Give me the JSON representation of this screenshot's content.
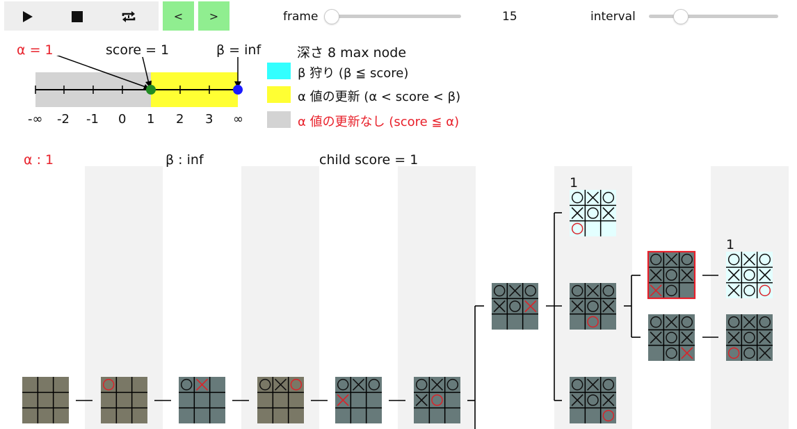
{
  "controls": {
    "play_icon": "play-icon",
    "stop_icon": "stop-icon",
    "repeat_icon": "repeat-icon",
    "prev_label": "<",
    "next_label": ">",
    "frame_label": "frame",
    "frame_value": "15",
    "interval_label": "interval"
  },
  "header": {
    "alpha": "α = 1",
    "score": "score = 1",
    "beta": "β = inf",
    "depth": "深さ 8 max node"
  },
  "numberline": {
    "ticks": [
      "-∞",
      "-2",
      "-1",
      "0",
      "1",
      "2",
      "3",
      "∞"
    ]
  },
  "legend": [
    {
      "text": "β 狩り (β ≦ score)",
      "color": "#33ffff"
    },
    {
      "text": "α 値の更新 (α < score < β)",
      "color": "#ffff33"
    },
    {
      "text": "α 値の更新なし (score ≦ α)",
      "color": "#d3d3d3"
    }
  ],
  "tree_header": {
    "alpha": "α : 1",
    "beta": "β : inf",
    "child_score": "child score = 1"
  },
  "boards": [
    {
      "cells": [
        "",
        "",
        "",
        "",
        "",
        "",
        "",
        "",
        ""
      ],
      "bg": "#7a7866"
    },
    {
      "cells": [
        "o",
        "",
        "",
        "",
        "",
        "",
        "",
        "",
        ""
      ],
      "bg": "#7a7866",
      "last": 0
    },
    {
      "cells": [
        "o",
        "x",
        "",
        "",
        "",
        "",
        "",
        "",
        ""
      ],
      "bg": "#677a7a",
      "last": 1
    },
    {
      "cells": [
        "o",
        "x",
        "o",
        "",
        "",
        "",
        "",
        "",
        ""
      ],
      "bg": "#7a7866",
      "last": 2
    },
    {
      "cells": [
        "o",
        "x",
        "o",
        "x",
        "",
        "",
        "",
        "",
        ""
      ],
      "bg": "#677a7a",
      "last": 3
    },
    {
      "cells": [
        "o",
        "x",
        "o",
        "x",
        "o",
        "",
        "",
        "",
        ""
      ],
      "bg": "#677a7a",
      "last": 4
    },
    {
      "cells": [
        "o",
        "x",
        "o",
        "x",
        "o",
        "x",
        "",
        "",
        ""
      ],
      "bg": "#677a7a",
      "last": 5
    },
    {
      "cells": [
        "o",
        "x",
        "o",
        "x",
        "o",
        "x",
        "o",
        "",
        ""
      ],
      "bg": "#e3ffff",
      "last": 6,
      "score": "1"
    },
    {
      "cells": [
        "o",
        "x",
        "o",
        "x",
        "o",
        "x",
        "",
        "o",
        ""
      ],
      "bg": "#677a7a",
      "last": 7
    },
    {
      "cells": [
        "o",
        "x",
        "o",
        "x",
        "o",
        "x",
        "",
        "",
        "o"
      ],
      "bg": "#677a7a",
      "last": 8
    },
    {
      "cells": [
        "o",
        "x",
        "o",
        "x",
        "o",
        "x",
        "x",
        "o",
        ""
      ],
      "bg": "#677a7a",
      "last": 6,
      "highlight": true
    },
    {
      "cells": [
        "o",
        "x",
        "o",
        "x",
        "o",
        "x",
        "",
        "o",
        "x"
      ],
      "bg": "#677a7a",
      "last": 8
    },
    {
      "cells": [
        "o",
        "x",
        "o",
        "x",
        "o",
        "x",
        "x",
        "o",
        "o"
      ],
      "bg": "#e3ffff",
      "last": 8,
      "score": "1"
    },
    {
      "cells": [
        "o",
        "x",
        "o",
        "x",
        "o",
        "x",
        "o",
        "o",
        "x"
      ],
      "bg": "#677a7a",
      "last": 6
    }
  ]
}
